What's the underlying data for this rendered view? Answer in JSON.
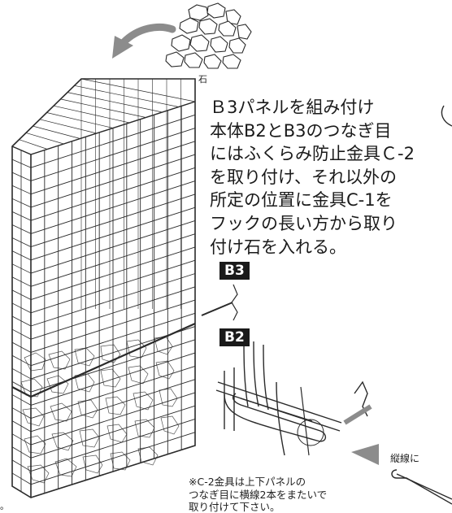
{
  "labels": {
    "stone": "石",
    "panel_upper": "B3",
    "panel_lower": "B2",
    "vertical_wire": "縦線に",
    "corner_mark": "。"
  },
  "instruction": {
    "lines": [
      "B3パネルを組み付け",
      "本体B2とB3のつなぎ目",
      "にはふくらみ防止金具C-2",
      "を取り付け、それ以外の",
      "所定の位置に金具C-1を",
      "フックの長い方から取り付け石を入れる。"
    ],
    "display_lines": [
      "Ｂ3パネルを組み付け",
      "本体B2とB3のつなぎ目",
      "にはふくらみ防止金具Ｃ-2",
      "を取り付け、それ以外の",
      "所定の位置に金具C-1を",
      "フックの長い方から取り",
      "付け石を入れる。"
    ]
  },
  "note": {
    "lines": [
      "※C-2金具は上下パネルの",
      "つなぎ目に横線2本をまたいで",
      "取り付けて下さい。"
    ]
  },
  "colors": {
    "line": "#2a2a2a",
    "arrow": "#8c8c8c",
    "tag_bg": "#1a1a1a",
    "tag_text": "#ffffff"
  },
  "icons": [
    "stone-pile-icon",
    "curved-arrow-icon",
    "gabion-cage-icon",
    "clip-detail-icon",
    "pointer-arrow-icon"
  ]
}
